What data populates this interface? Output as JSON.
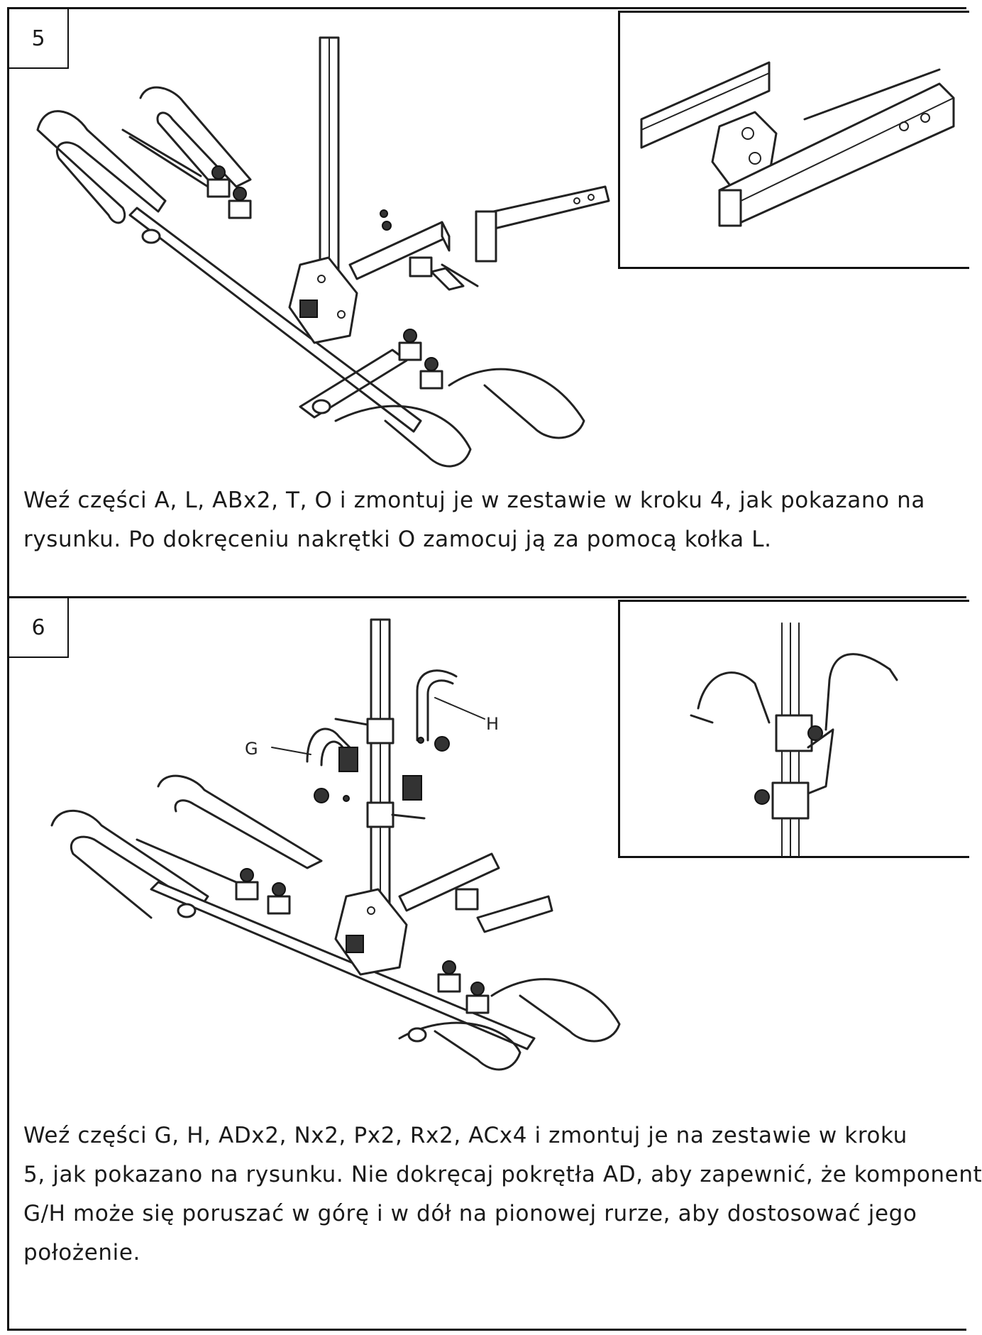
{
  "steps": [
    {
      "number": "5",
      "text_lines": [
        "Weź części A, L, ABx2, T, O i zmontuj je w zestawie w kroku 4, jak pokazano na",
        "rysunku. Po dokręceniu nakrętki O zamocuj ją za pomocą kołka L."
      ]
    },
    {
      "number": "6",
      "labels": {
        "g": "G",
        "h": "H"
      },
      "text_lines": [
        "Weź części G, H, ADx2, Nx2, Px2, Rx2, ACx4 i zmontuj je na zestawie w kroku",
        "5, jak pokazano na rysunku. Nie dokręcaj pokrętła AD, aby zapewnić, że komponent",
        "G/H może się poruszać w górę i w dół na pionowej rurze, aby dostosować jego",
        "położenie."
      ]
    }
  ]
}
